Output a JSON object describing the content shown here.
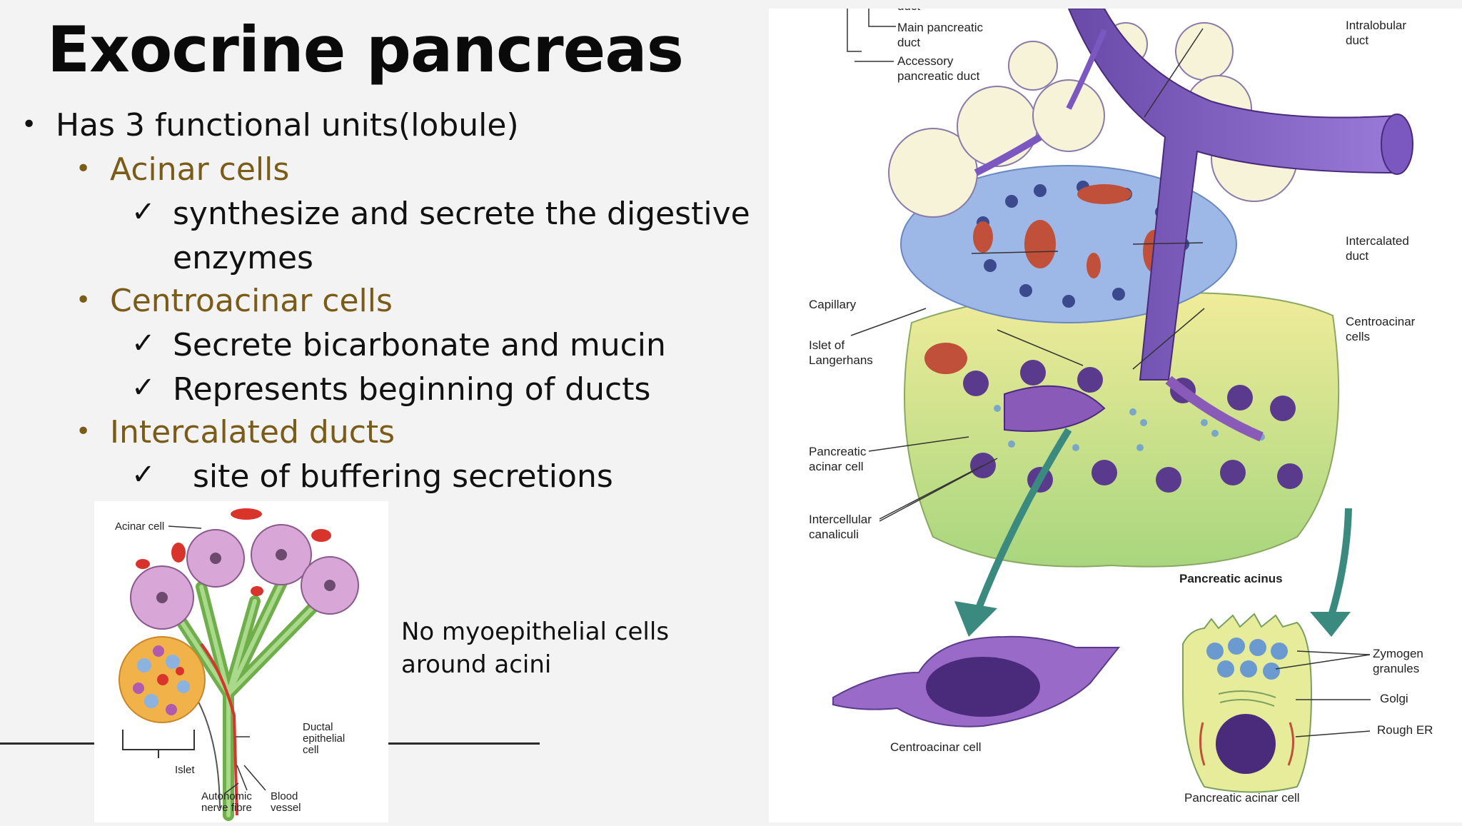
{
  "slide": {
    "title": "Exocrine pancreas",
    "bullets": {
      "main": "Has 3 functional units(lobule)",
      "acinar": "Acinar cells",
      "acinar_check1_line1": "synthesize  and secrete the digestive",
      "acinar_check1_line2": "enzymes",
      "centro": "Centroacinar cells",
      "centro_check1": "Secrete bicarbonate and mucin",
      "centro_check2": "Represents beginning of ducts",
      "inter": "Intercalated ducts",
      "inter_check1": "site of buffering secretions"
    },
    "note_line1": "No myoepithelial cells",
    "note_line2": "around acini",
    "bullet_glyph": "•",
    "check_glyph": "✓",
    "colors": {
      "accent": "#7a5c18",
      "text": "#111111",
      "background": "#f3f3f3"
    }
  },
  "small_figure": {
    "labels": {
      "acinar_cell": "Acinar cell",
      "ductal_1": "Ductal",
      "ductal_2": "epithelial",
      "ductal_3": "cell",
      "islet": "Islet",
      "autonomic_1": "Autonomic",
      "autonomic_2": "nerve fibre",
      "blood_1": "Blood",
      "blood_2": "vessel"
    }
  },
  "big_figure": {
    "labels": {
      "duct_top": "duct",
      "main_duct_1": "Main pancreatic",
      "main_duct_2": "duct",
      "accessory_1": "Accessory",
      "accessory_2": "pancreatic duct",
      "intralobular_1": "Intralobular",
      "intralobular_2": "duct",
      "intercalated_1": "Intercalated",
      "intercalated_2": "duct",
      "centroacinar_1": "Centroacinar",
      "centroacinar_2": "cells",
      "capillary": "Capillary",
      "islet_1": "Islet of",
      "islet_2": "Langerhans",
      "acinar_1": "Pancreatic",
      "acinar_2": "acinar cell",
      "canaliculi_1": "Intercellular",
      "canaliculi_2": "canaliculi",
      "acinus": "Pancreatic acinus",
      "centro_cell": "Centroacinar cell",
      "zymogen_1": "Zymogen",
      "zymogen_2": "granules",
      "golgi": "Golgi",
      "rough_er": "Rough ER",
      "acinar_cell_bottom": "Pancreatic acinar cell"
    }
  }
}
